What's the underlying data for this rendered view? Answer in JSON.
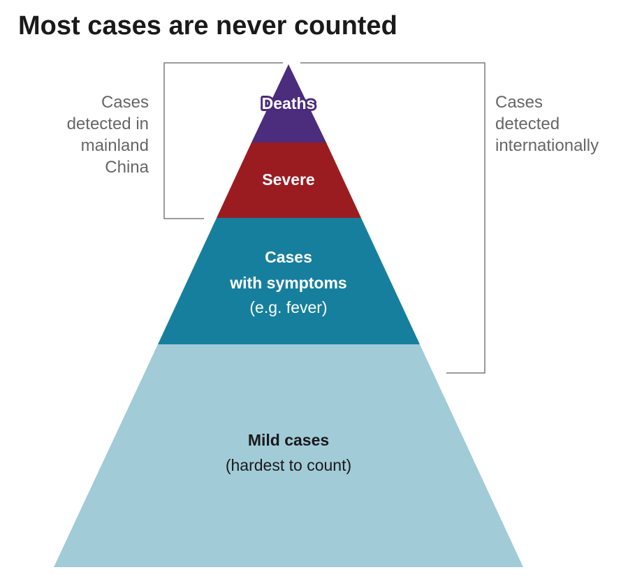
{
  "title": "Most cases are never counted",
  "colors": {
    "deaths": "#4b2c7d",
    "severe": "#9b1c20",
    "symptoms": "#177f9e",
    "mild": "#a2cbd8",
    "bracket": "#7a7a7a",
    "annotation_text": "#666666"
  },
  "tiers": [
    {
      "id": "deaths",
      "lines": [
        "Deaths"
      ]
    },
    {
      "id": "severe",
      "lines": [
        "Severe"
      ]
    },
    {
      "id": "symptoms",
      "lines": [
        "Cases",
        "with symptoms",
        "(e.g. fever)"
      ]
    },
    {
      "id": "mild",
      "lines": [
        "Mild cases",
        "(hardest to count)"
      ]
    }
  ],
  "annotations": {
    "left": [
      "Cases",
      "detected in",
      "mainland",
      "China"
    ],
    "right": [
      "Cases",
      "detected",
      "internationally"
    ]
  }
}
